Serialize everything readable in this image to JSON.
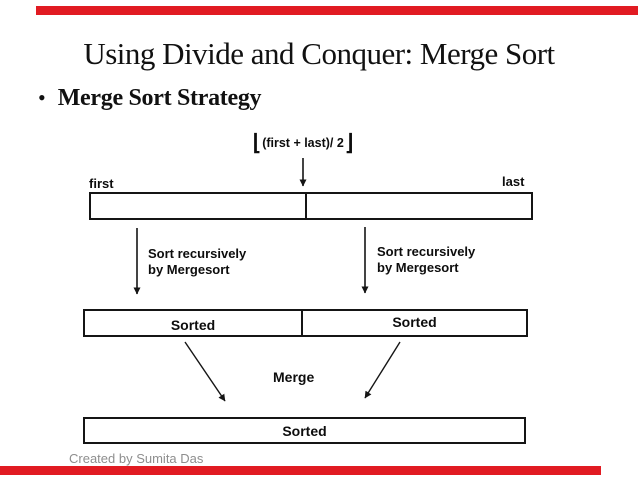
{
  "slide": {
    "title": "Using Divide and Conquer: Merge Sort",
    "bullet_glyph": "•",
    "bullet_text": "Merge Sort Strategy",
    "credit": "Created by Sumita Das"
  },
  "diagram": {
    "formula": {
      "open": "⌊",
      "body": "(first + last)/ 2",
      "close": "⌋"
    },
    "first_label": "first",
    "last_label": "last",
    "left_recurse": {
      "line1": "Sort recursively",
      "line2": "by Mergesort"
    },
    "right_recurse": {
      "line1": "Sort recursively",
      "line2": "by Mergesort"
    },
    "mid_left_label": "Sorted",
    "mid_right_label": "Sorted",
    "merge_label": "Merge",
    "bottom_label": "Sorted"
  },
  "colors": {
    "accent_red": "#e11b22",
    "text_black": "#111111",
    "credit_gray": "#8e8e8e"
  }
}
